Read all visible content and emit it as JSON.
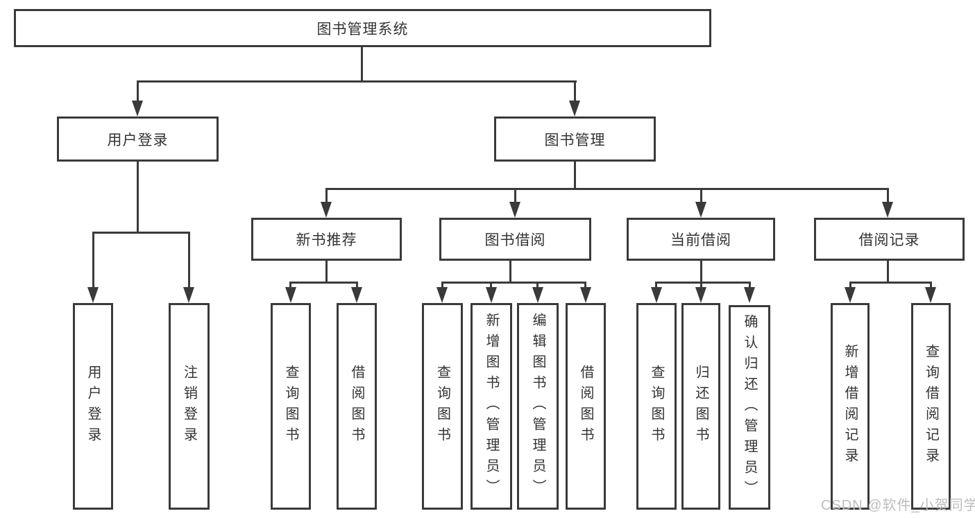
{
  "tree": {
    "root": {
      "label": "图书管理系统",
      "children": [
        {
          "label": "用户登录",
          "children": [
            {
              "label": "用户登录"
            },
            {
              "label": "注销登录"
            }
          ]
        },
        {
          "label": "图书管理",
          "children": [
            {
              "label": "新书推荐",
              "children": [
                {
                  "label": "查询图书"
                },
                {
                  "label": "借阅图书"
                }
              ]
            },
            {
              "label": "图书借阅",
              "children": [
                {
                  "label": "查询图书"
                },
                {
                  "label": "新增图书（管理员）"
                },
                {
                  "label": "编辑图书（管理员）"
                },
                {
                  "label": "借阅图书"
                }
              ]
            },
            {
              "label": "当前借阅",
              "children": [
                {
                  "label": "查询图书"
                },
                {
                  "label": "归还图书"
                },
                {
                  "label": "确认归还（管理员）"
                }
              ]
            },
            {
              "label": "借阅记录",
              "children": [
                {
                  "label": "新增借阅记录"
                },
                {
                  "label": "查询借阅记录"
                }
              ]
            }
          ]
        }
      ]
    }
  },
  "watermark": {
    "text": "CSDN @软件_小贺同学"
  },
  "colors": {
    "line": "#3a3a3a",
    "text": "#333333",
    "watermark": "#bdbdbd",
    "background": "#ffffff"
  }
}
